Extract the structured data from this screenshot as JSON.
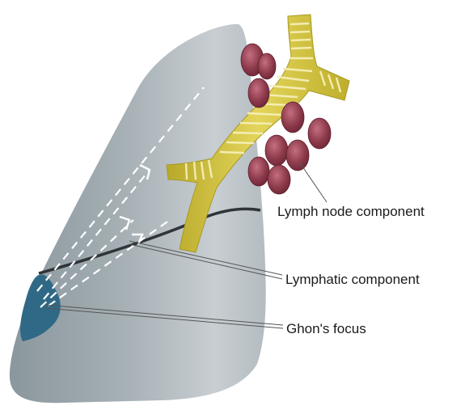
{
  "labels": {
    "lymph_node_component": "Lymph node component",
    "lymphatic_component": "Lymphatic component",
    "ghons_focus": "Ghon's focus"
  },
  "colors": {
    "lung_fill_dark": "#8e9aa0",
    "lung_fill_light": "#c9cfd3",
    "ghon_focus": "#2f6986",
    "bronchus": "#cfc13a",
    "bronchus_light": "#f2eaa0",
    "lymph_node": "#8e3b4c",
    "lymph_node_light": "#c06a7c",
    "lymphatic_line": "#2e3438",
    "arrows": "#ffffff"
  },
  "icons": [
    "lung-lobe",
    "bronchus-tree",
    "lymph-node-cluster",
    "lymphatic-arrows"
  ]
}
